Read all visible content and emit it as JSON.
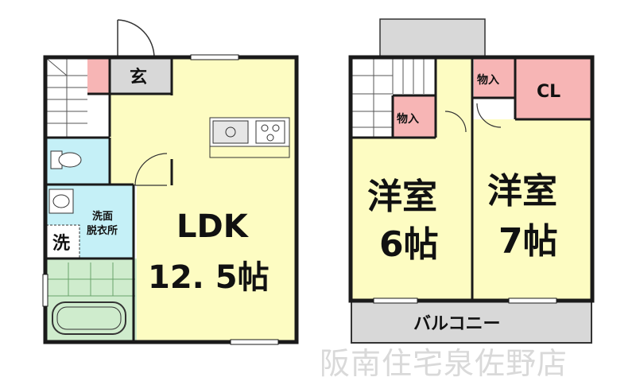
{
  "floor1": {
    "ldk_label": "LDK",
    "ldk_size": "12. 5帖",
    "entrance_label": "玄",
    "washroom_label_line1": "洗面",
    "washroom_label_line2": "脱衣所",
    "washer_label": "洗"
  },
  "floor2": {
    "room6_label": "洋室",
    "room6_size": "6帖",
    "room7_label": "洋室",
    "room7_size": "7帖",
    "storage_left_label": "物入",
    "storage_right_label": "物入",
    "closet_label": "CL",
    "balcony_label": "バルコニー"
  },
  "watermark": "阪南住宅泉佐野店",
  "colors": {
    "room_yellow": "#fdfcc2",
    "wet_blue": "#c5f0f7",
    "storage_pink": "#f7b5b5",
    "entrance_gray": "#d8d8d8",
    "bath_green": "#cfeccd",
    "wall": "#1a1a1a"
  }
}
